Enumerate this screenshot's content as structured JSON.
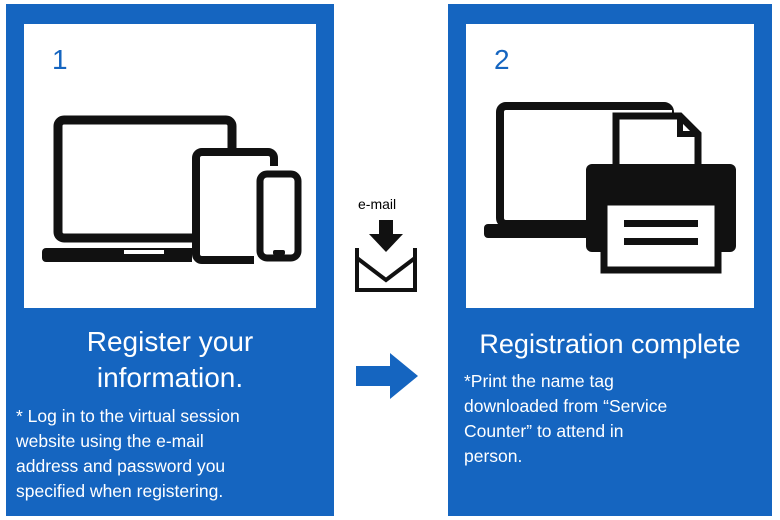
{
  "colors": {
    "panel_blue": "#1565c0",
    "icon_black": "#111111",
    "background": "#ffffff"
  },
  "steps": [
    {
      "number": "1",
      "title": "Register your\ninformation.",
      "note": "* Log in to the virtual session\n  website using the e-mail\n  address and password you\n  specified when registering.",
      "icons": [
        "laptop-icon",
        "tablet-icon",
        "smartphone-icon"
      ]
    },
    {
      "number": "2",
      "title": "Registration complete",
      "note": "*Print the name tag\n downloaded from “Service\n Counter” to attend in\n person.",
      "icons": [
        "laptop-icon",
        "printer-icon"
      ]
    }
  ],
  "connector": {
    "email_label": "e-mail",
    "icons": [
      "email-download-icon",
      "right-arrow-icon"
    ]
  }
}
